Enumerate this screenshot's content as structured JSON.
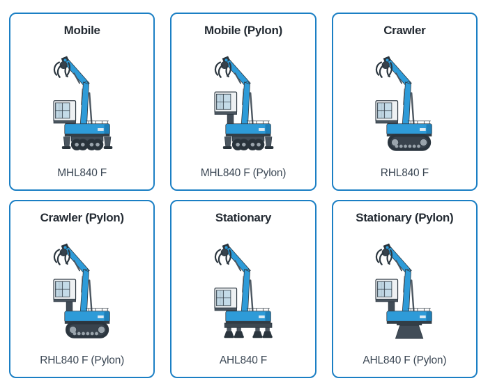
{
  "colors": {
    "card_border": "#1b7fc4",
    "machine_blue": "#2e9bd8",
    "machine_blue_dark": "#1f7fb8",
    "machine_dark": "#2c3740",
    "title_text": "#242b33",
    "model_text": "#3b4754"
  },
  "cards": [
    {
      "title": "Mobile",
      "model": "MHL840 F",
      "variant": "mobile"
    },
    {
      "title": "Mobile (Pylon)",
      "model": "MHL840 F (Pylon)",
      "variant": "mobile_pylon"
    },
    {
      "title": "Crawler",
      "model": "RHL840 F",
      "variant": "crawler"
    },
    {
      "title": "Crawler (Pylon)",
      "model": "RHL840 F (Pylon)",
      "variant": "crawler_pylon"
    },
    {
      "title": "Stationary",
      "model": "AHL840 F",
      "variant": "stationary"
    },
    {
      "title": "Stationary (Pylon)",
      "model": "AHL840 F (Pylon)",
      "variant": "stationary_pylon"
    }
  ]
}
